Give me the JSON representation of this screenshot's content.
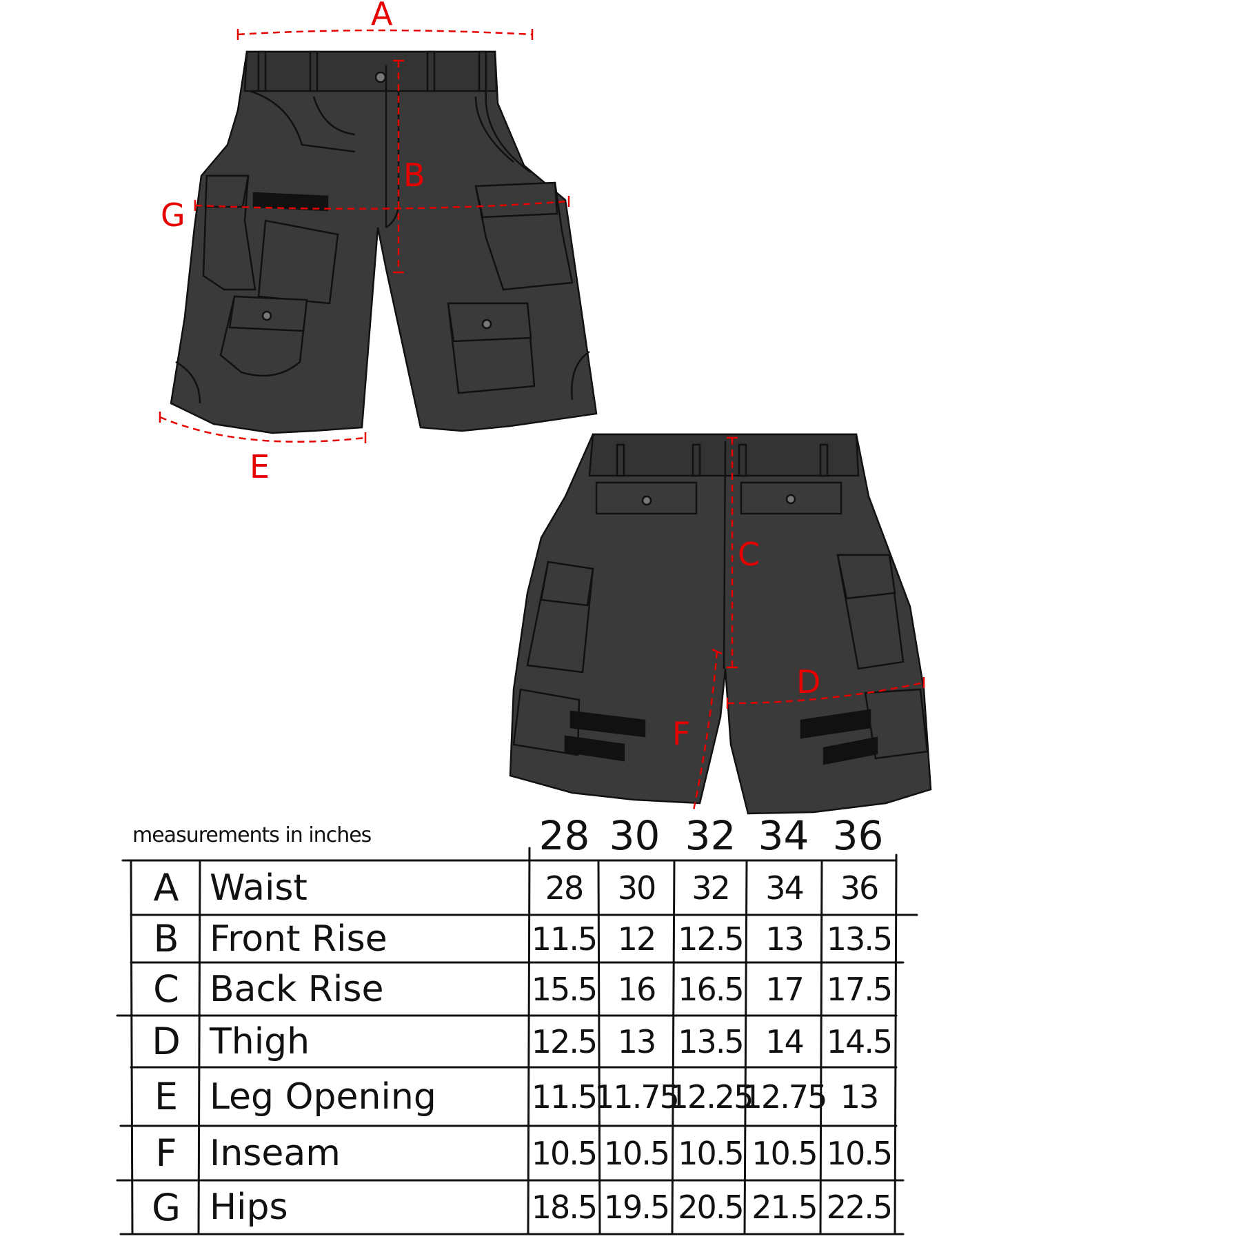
{
  "colors": {
    "garment_fill": "#3a3a3a",
    "garment_stroke": "#111111",
    "measure_line": "#e60000",
    "ink": "#111111"
  },
  "diagram": {
    "front_view": {
      "labels": {
        "a": "A",
        "b": "B",
        "g": "G",
        "e": "E"
      }
    },
    "back_view": {
      "labels": {
        "c": "C",
        "d": "D",
        "f": "F"
      }
    }
  },
  "size_chart": {
    "unit_caption": "measurements in inches",
    "sizes": [
      "28",
      "30",
      "32",
      "34",
      "36"
    ],
    "rows": [
      {
        "letter": "A",
        "name": "Waist",
        "values": [
          "28",
          "30",
          "32",
          "34",
          "36"
        ]
      },
      {
        "letter": "B",
        "name": "Front Rise",
        "values": [
          "11.5",
          "12",
          "12.5",
          "13",
          "13.5"
        ]
      },
      {
        "letter": "C",
        "name": "Back Rise",
        "values": [
          "15.5",
          "16",
          "16.5",
          "17",
          "17.5"
        ]
      },
      {
        "letter": "D",
        "name": "Thigh",
        "values": [
          "12.5",
          "13",
          "13.5",
          "14",
          "14.5"
        ]
      },
      {
        "letter": "E",
        "name": "Leg Opening",
        "values": [
          "11.5",
          "11.75",
          "12.25",
          "12.75",
          "13"
        ]
      },
      {
        "letter": "F",
        "name": "Inseam",
        "values": [
          "10.5",
          "10.5",
          "10.5",
          "10.5",
          "10.5"
        ]
      },
      {
        "letter": "G",
        "name": "Hips",
        "values": [
          "18.5",
          "19.5",
          "20.5",
          "21.5",
          "22.5"
        ]
      }
    ]
  }
}
